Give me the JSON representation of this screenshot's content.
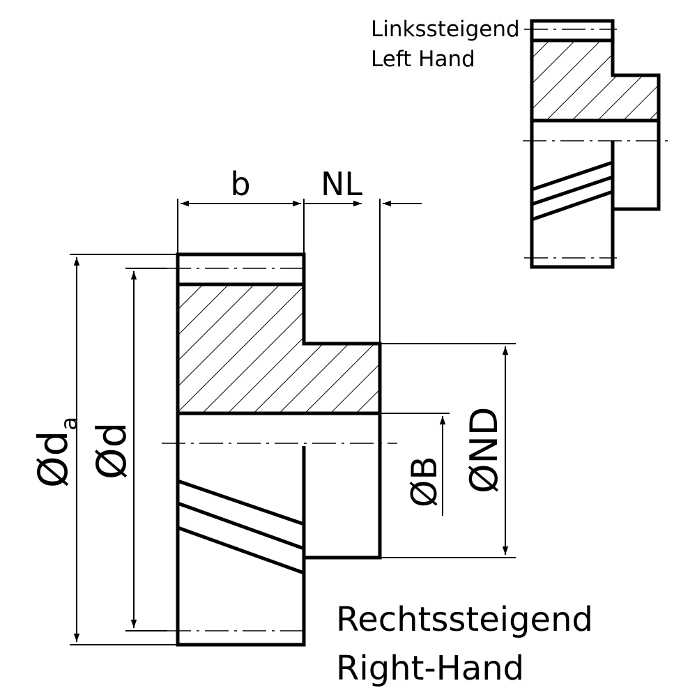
{
  "labels": {
    "b": "b",
    "nl": "NL",
    "da_prefix": "Ød",
    "da_sub": "a",
    "d": "Ød",
    "b_bore": "ØB",
    "nd": "ØND",
    "left_de": "Linkssteigend",
    "left_en": "Left Hand",
    "right_de": "Rechtssteigend",
    "right_en": "Right-Hand"
  }
}
